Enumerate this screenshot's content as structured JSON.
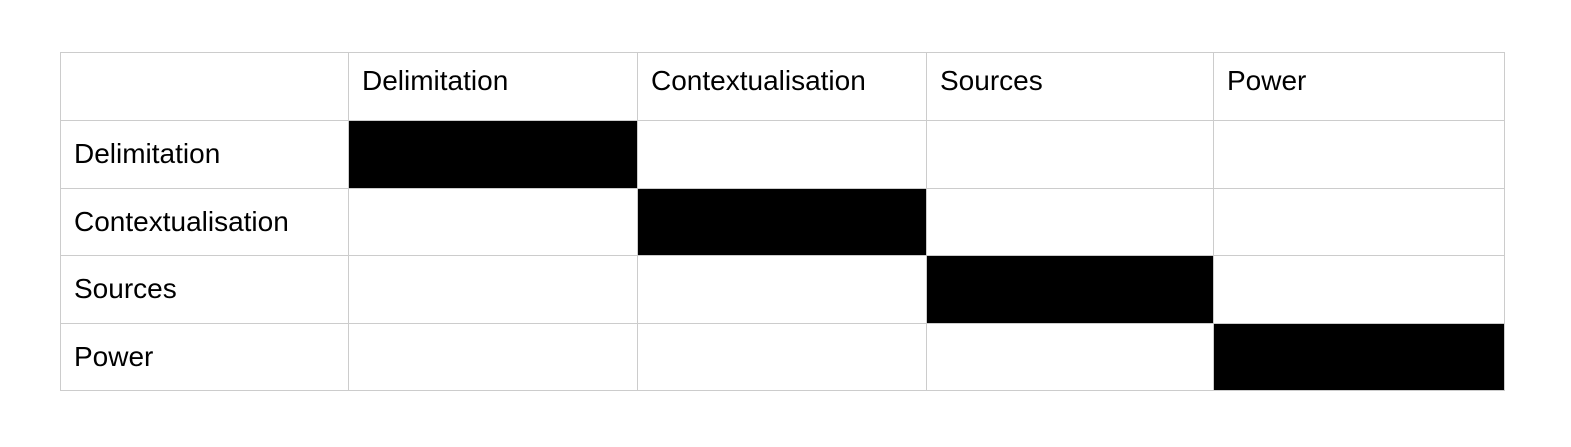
{
  "page": {
    "background_color": "#ffffff"
  },
  "table": {
    "corner_label": "",
    "column_headers": [
      "Delimitation",
      "Contextualisation",
      "Sources",
      "Power"
    ],
    "row_headers": [
      "Delimitation",
      "Contextualisation",
      "Sources",
      "Power"
    ],
    "filled_cells": [
      [
        0,
        0
      ],
      [
        1,
        1
      ],
      [
        2,
        2
      ],
      [
        3,
        3
      ]
    ],
    "fill_color": "#000000",
    "border_color": "#cccccc",
    "text_color": "#000000"
  }
}
